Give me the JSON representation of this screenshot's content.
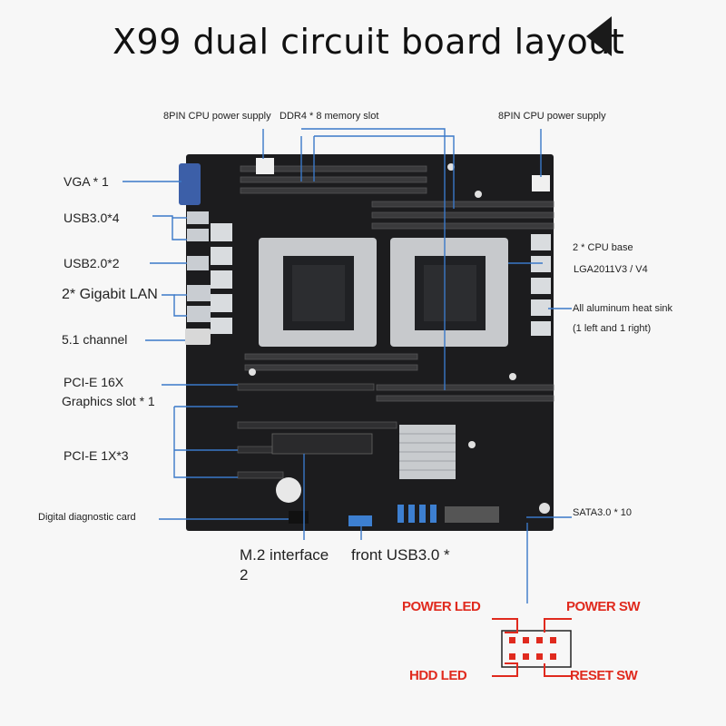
{
  "title": "X99 dual circuit board layout",
  "labels": {
    "cpu_power_left": "8PIN CPU power supply",
    "ddr4": "DDR4 * 8 memory slot",
    "cpu_power_right": "8PIN CPU power supply",
    "vga": "VGA * 1",
    "usb30": "USB3.0*4",
    "usb20": "USB2.0*2",
    "lan": "2* Gigabit LAN",
    "audio": "5.1 channel",
    "pcie16_a": "PCI-E 16X",
    "pcie16_b": "Graphics slot * 1",
    "pcie1": "PCI-E 1X*3",
    "diag": "Digital diagnostic card",
    "cpu_base": "2 * CPU base",
    "lga": "LGA2011V3 / V4",
    "heatsink_a": "All aluminum heat sink",
    "heatsink_b": "(1 left and 1 right)",
    "sata": "SATA3.0 * 10",
    "m2": "M.2 interface",
    "m2_count": "2",
    "front_usb": "front USB3.0 *"
  },
  "pins": {
    "power_led": "POWER LED",
    "power_sw": "POWER SW",
    "hdd_led": "HDD  LED",
    "reset_sw": "RESET SW"
  },
  "colors": {
    "board": "#1c1c1e",
    "leader": "#3a78c8",
    "pin_label": "#e02a1e"
  }
}
